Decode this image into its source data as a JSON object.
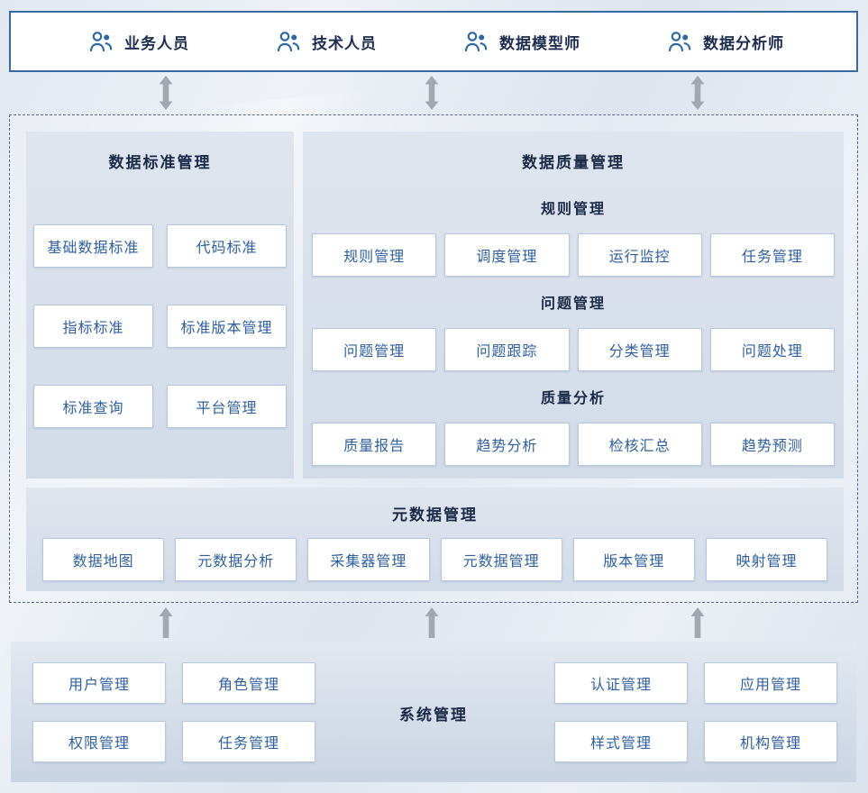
{
  "roles": [
    {
      "label": "业务人员"
    },
    {
      "label": "技术人员"
    },
    {
      "label": "数据模型师"
    },
    {
      "label": "数据分析师"
    }
  ],
  "panels": {
    "standard": {
      "title": "数据标准管理",
      "items": [
        "基础数据标准",
        "代码标准",
        "指标标准",
        "标准版本管理",
        "标准查询",
        "平台管理"
      ]
    },
    "quality": {
      "title": "数据质量管理",
      "groups": [
        {
          "title": "规则管理",
          "items": [
            "规则管理",
            "调度管理",
            "运行监控",
            "任务管理"
          ]
        },
        {
          "title": "问题管理",
          "items": [
            "问题管理",
            "问题跟踪",
            "分类管理",
            "问题处理"
          ]
        },
        {
          "title": "质量分析",
          "items": [
            "质量报告",
            "趋势分析",
            "检核汇总",
            "趋势预测"
          ]
        }
      ]
    },
    "metadata": {
      "title": "元数据管理",
      "items": [
        "数据地图",
        "元数据分析",
        "采集器管理",
        "元数据管理",
        "版本管理",
        "映射管理"
      ]
    },
    "system": {
      "title": "系统管理",
      "left_items": [
        "用户管理",
        "角色管理",
        "权限管理",
        "任务管理"
      ],
      "right_items": [
        "认证管理",
        "应用管理",
        "样式管理",
        "机构管理"
      ]
    }
  },
  "icons": {
    "role_icon": "users-icon",
    "top_connector": "double-arrow-icon",
    "bottom_connector": "up-arrow-icon"
  },
  "colors": {
    "topbar_border": "#3b69a6",
    "icon_blue": "#2f66a5",
    "box_text_blue": "#2e5fa3",
    "box_border": "#b6c6db",
    "title_navy": "#1a2947",
    "arrow_gray": "#a2a8b0",
    "panel_bg": "#d8e0eb",
    "page_bg": "#e2e8f1"
  }
}
